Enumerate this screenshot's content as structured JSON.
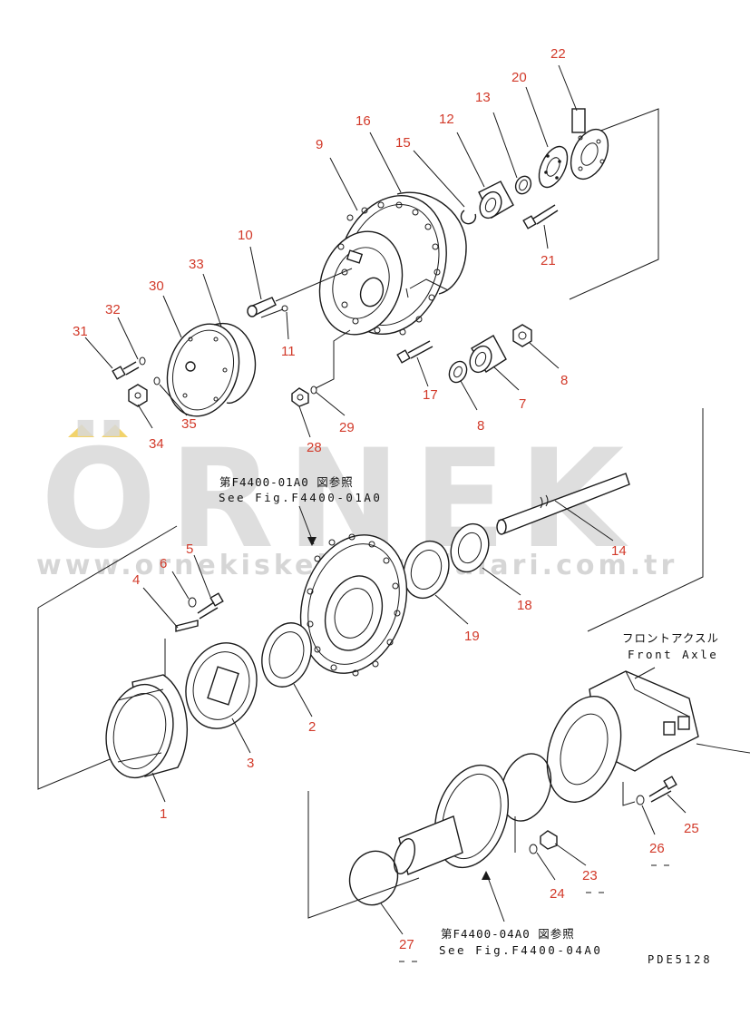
{
  "watermark": {
    "brand": "ÖRNEK",
    "url": "www.ornekiskelkolundalari.com.tr",
    "accent_color": "#f2d36b"
  },
  "labels": {
    "ref_top_jp": "第F4400-01A0 図参照",
    "ref_top_en": "See Fig.F4400-01A0",
    "front_axle_jp": "フロントアクスル",
    "front_axle_en": "Front Axle",
    "ref_bottom_jp": "第F4400-04A0 図参照",
    "ref_bottom_en": "See Fig.F4400-04A0",
    "figure_code": "PDE5128"
  },
  "callouts": [
    {
      "id": "c1",
      "text": "1"
    },
    {
      "id": "c2",
      "text": "2"
    },
    {
      "id": "c3",
      "text": "3"
    },
    {
      "id": "c4",
      "text": "4"
    },
    {
      "id": "c5",
      "text": "5"
    },
    {
      "id": "c6",
      "text": "6"
    },
    {
      "id": "c7",
      "text": "7"
    },
    {
      "id": "c8a",
      "text": "8"
    },
    {
      "id": "c8b",
      "text": "8"
    },
    {
      "id": "c9",
      "text": "9"
    },
    {
      "id": "c10",
      "text": "10"
    },
    {
      "id": "c11",
      "text": "11"
    },
    {
      "id": "c12",
      "text": "12"
    },
    {
      "id": "c13",
      "text": "13"
    },
    {
      "id": "c14",
      "text": "14"
    },
    {
      "id": "c15",
      "text": "15"
    },
    {
      "id": "c16",
      "text": "16"
    },
    {
      "id": "c17",
      "text": "17"
    },
    {
      "id": "c18",
      "text": "18"
    },
    {
      "id": "c19",
      "text": "19"
    },
    {
      "id": "c20",
      "text": "20"
    },
    {
      "id": "c21",
      "text": "21"
    },
    {
      "id": "c22",
      "text": "22"
    },
    {
      "id": "c23",
      "text": "23"
    },
    {
      "id": "c24",
      "text": "24"
    },
    {
      "id": "c25",
      "text": "25"
    },
    {
      "id": "c26",
      "text": "26"
    },
    {
      "id": "c27",
      "text": "27"
    },
    {
      "id": "c28",
      "text": "28"
    },
    {
      "id": "c29",
      "text": "29"
    },
    {
      "id": "c30",
      "text": "30"
    },
    {
      "id": "c31",
      "text": "31"
    },
    {
      "id": "c32",
      "text": "32"
    },
    {
      "id": "c33",
      "text": "33"
    },
    {
      "id": "c34",
      "text": "34"
    },
    {
      "id": "c35",
      "text": "35"
    }
  ]
}
